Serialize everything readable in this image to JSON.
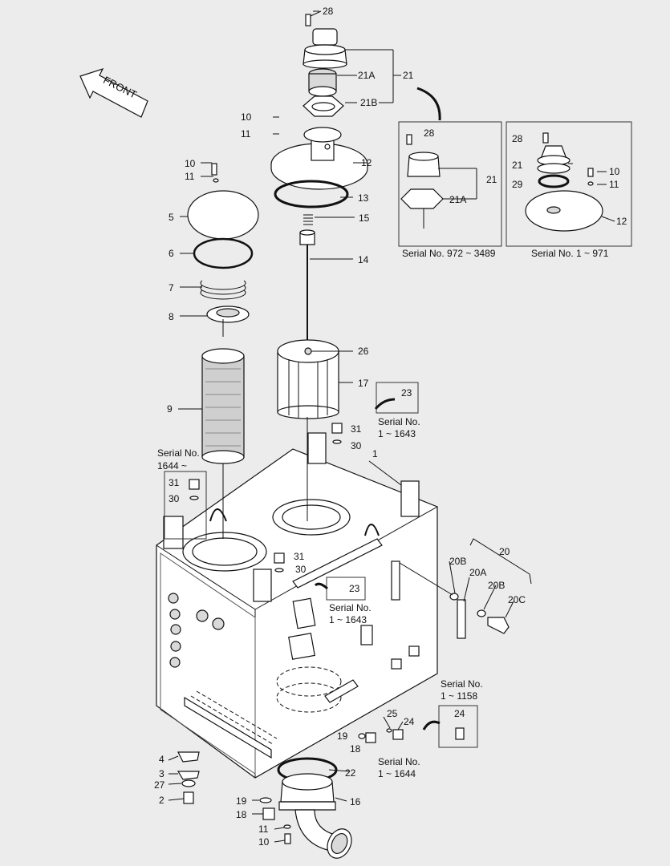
{
  "front_label": "FRONT",
  "callouts": {
    "c28_top": "28",
    "c21a_top": "21A",
    "c21_top": "21",
    "c21b_top": "21B",
    "c10_top": "10",
    "c11_top": "11",
    "c12_top": "12",
    "c10_left": "10",
    "c11_left": "11",
    "c5": "5",
    "c13": "13",
    "c15": "15",
    "c6": "6",
    "c14": "14",
    "c7": "7",
    "c8": "8",
    "c26": "26",
    "c9": "9",
    "c17": "17",
    "c23_top": "23",
    "c31_a": "31",
    "c30_a": "30",
    "c1": "1",
    "c31_b": "31",
    "c30_b": "30",
    "c31_c": "31",
    "c30_c": "30",
    "c23_mid": "23",
    "c20": "20",
    "c20b_1": "20B",
    "c20a": "20A",
    "c20b_2": "20B",
    "c20c": "20C",
    "c24_box": "24",
    "c25": "25",
    "c24": "24",
    "c19_mid": "19",
    "c18_mid": "18",
    "c22": "22",
    "c4": "4",
    "c3": "3",
    "c27": "27",
    "c2": "2",
    "c19_bot": "19",
    "c18_bot": "18",
    "c16": "16",
    "c11_bot": "11",
    "c10_bot": "10"
  },
  "inset_a": {
    "c28": "28",
    "c21": "21",
    "c21a": "21A",
    "serial": "Serial No. 972 ~ 3489"
  },
  "inset_b": {
    "c28": "28",
    "c21": "21",
    "c10": "10",
    "c29": "29",
    "c11": "11",
    "c12": "12",
    "serial": "Serial No. 1 ~ 971"
  },
  "serial_notes": {
    "s23_top_l1": "Serial No.",
    "s23_top_l2": "1 ~ 1643",
    "s1644_l1": "Serial No.",
    "s1644_l2": "1644 ~",
    "s23_mid_l1": "Serial No.",
    "s23_mid_l2": "1 ~ 1643",
    "s1158_l1": "Serial No.",
    "s1158_l2": "1 ~ 1158",
    "s1644b_l1": "Serial No.",
    "s1644b_l2": "1 ~ 1644"
  }
}
